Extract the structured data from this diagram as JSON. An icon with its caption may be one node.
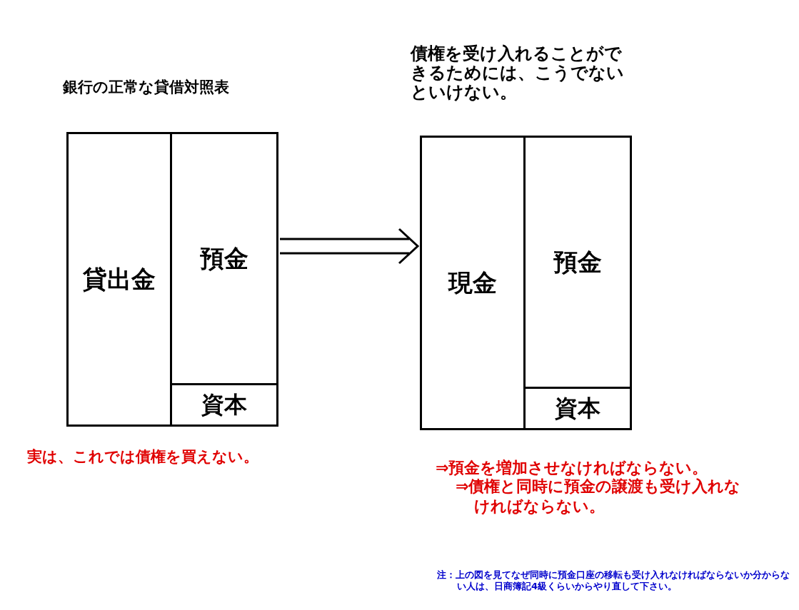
{
  "diagram": {
    "nodes": [
      {
        "text": [
          "銀行の正常な貸借対照表"
        ]
      },
      {
        "text": [
          "貸出金"
        ],
        "in": 0
      },
      {
        "text": [
          "預金"
        ],
        "in": 0
      },
      {
        "text": [
          "資本"
        ],
        "in": 0
      },
      {
        "text": [
          "債権を受け入れることができるためには、こうでないといけない。"
        ]
      },
      {
        "text": [
          "現金"
        ],
        "in": 4
      },
      {
        "text": [
          "預金"
        ],
        "in": 4
      },
      {
        "text": [
          "資本"
        ],
        "in": 4
      }
    ],
    "edges": [
      {
        "from": 0,
        "to": 4,
        "arrow": "to"
      }
    ],
    "labels": [
      "実は、これでは債権を買えない。",
      "⇒預金を増加させなければならない。",
      "⇒債権と同時に預金の譲渡も受け入れなければならない。",
      "注：上の図を見てなぜ同時に預金口座の移転も受け入れなければならないか分からない人は、日商簿記4級くらいからやり直して下さい。"
    ]
  }
}
